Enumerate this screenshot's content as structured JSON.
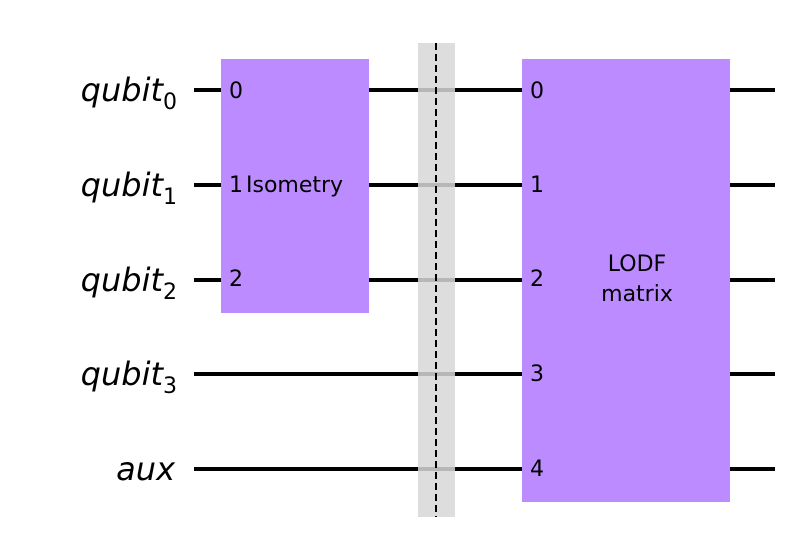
{
  "wires": [
    {
      "name": "qubit",
      "index": "0"
    },
    {
      "name": "qubit",
      "index": "1"
    },
    {
      "name": "qubit",
      "index": "2"
    },
    {
      "name": "qubit",
      "index": "3"
    },
    {
      "name": "aux",
      "index": ""
    }
  ],
  "gate_isometry": {
    "label": "Isometry",
    "pins": [
      "0",
      "1",
      "2"
    ],
    "color": "#bb8bff"
  },
  "barrier": {
    "color": "#d7d7d7"
  },
  "gate_lodf": {
    "label_line1": "LODF",
    "label_line2": "matrix",
    "pins": [
      "0",
      "1",
      "2",
      "3",
      "4"
    ],
    "color": "#bb8bff"
  }
}
